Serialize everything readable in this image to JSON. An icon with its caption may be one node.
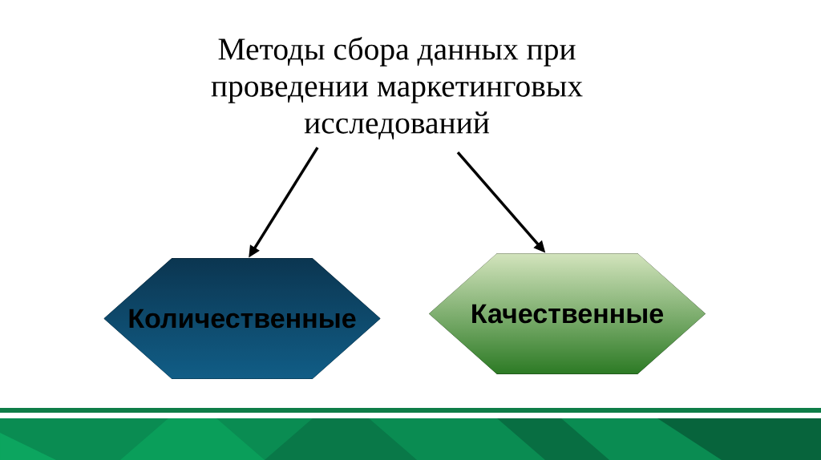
{
  "diagram": {
    "nodes": [
      {
        "text": [
          "Методы сбора данных при проведении маркетинговых исследований"
        ]
      },
      {
        "text": [
          "Количественные"
        ]
      },
      {
        "text": [
          "Качественные"
        ]
      }
    ],
    "edges": [
      {
        "from": 0,
        "to": 1,
        "arrow": "to"
      },
      {
        "from": 0,
        "to": 2,
        "arrow": "to"
      }
    ]
  }
}
